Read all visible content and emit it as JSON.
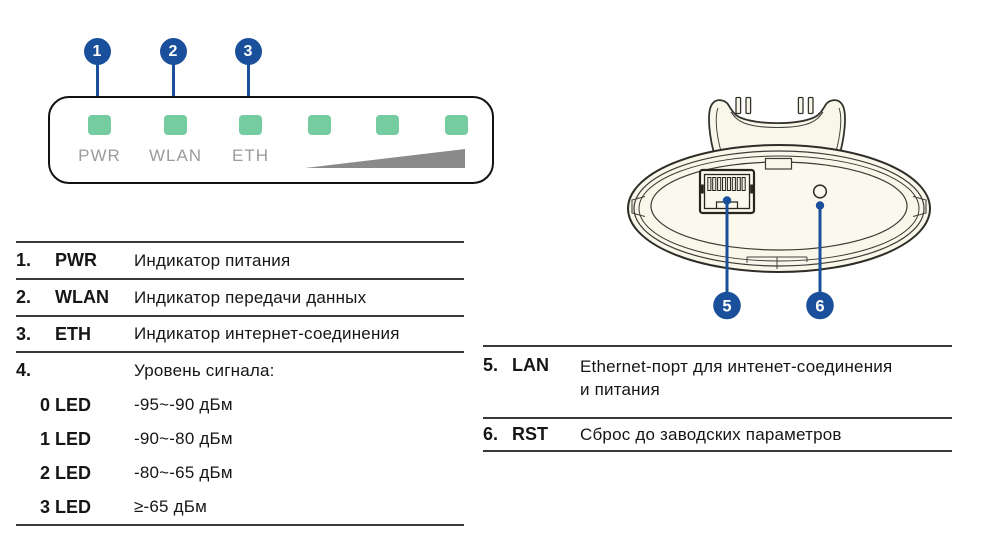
{
  "front_panel": {
    "callouts": [
      "1",
      "2",
      "3"
    ],
    "led_labels": [
      "PWR",
      "WLAN",
      "ETH"
    ]
  },
  "device_view": {
    "callouts": [
      "5",
      "6"
    ]
  },
  "indicator_table": {
    "rows": [
      {
        "num": "1.",
        "code": "PWR",
        "desc": "Индикатор питания"
      },
      {
        "num": "2.",
        "code": "WLAN",
        "desc": "Индикатор передачи данных"
      },
      {
        "num": "3.",
        "code": "ETH",
        "desc": "Индикатор интернет-соединения"
      },
      {
        "num": "4.",
        "code": "",
        "desc": "Уровень сигнала:"
      }
    ],
    "signal_levels": [
      {
        "label": "0 LED",
        "range": "-95~-90 дБм"
      },
      {
        "label": "1 LED",
        "range": "-90~-80 дБм"
      },
      {
        "label": "2 LED",
        "range": "-80~-65 дБм"
      },
      {
        "label": "3 LED",
        "range": "≥-65 дБм"
      }
    ]
  },
  "port_table": {
    "rows": [
      {
        "num": "5.",
        "code": "LAN",
        "desc_line1": "Ethernet-порт для интенет-соединения",
        "desc_line2": "и питания"
      },
      {
        "num": "6.",
        "code": "RST",
        "desc_line1": "Сброс до заводских параметров",
        "desc_line2": ""
      }
    ]
  },
  "colors": {
    "callout_blue": "#1A4F9B",
    "led_green": "#74CCA0",
    "panel_label_gray": "#9B9B9B",
    "signal_wedge_gray": "#8A8A8A",
    "device_body_fill": "#F9F7E9",
    "table_rule": "#383838",
    "text": "#161616"
  }
}
